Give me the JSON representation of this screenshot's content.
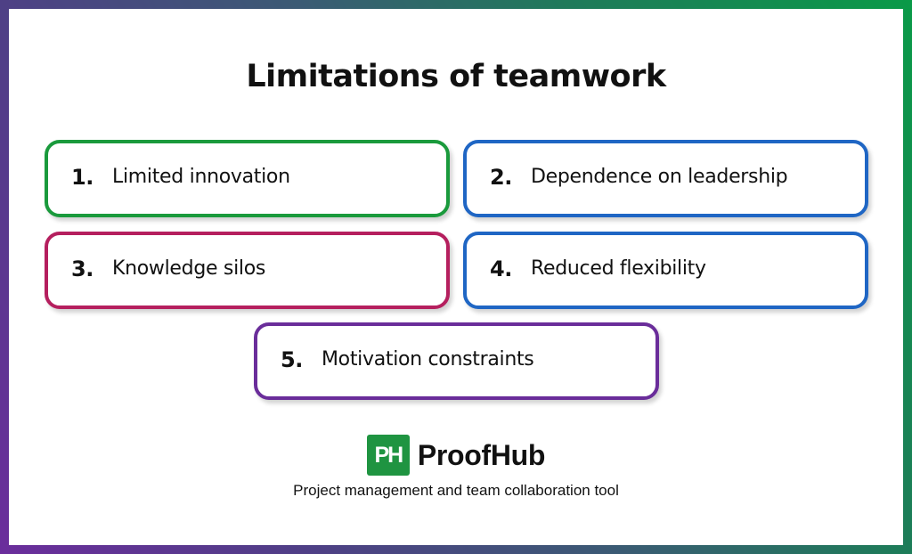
{
  "title": "Limitations of teamwork",
  "colors": {
    "frame_gradient": [
      "#6b2d9c",
      "#4f3f86",
      "#3b5a74",
      "#1f7a5a",
      "#0a9a48"
    ],
    "card_green": "#1a9a3c",
    "card_blue": "#1f66c4",
    "card_crimson": "#b51f5e",
    "card_purple": "#6a2d9a",
    "logo_green": "#1f9441"
  },
  "items": [
    {
      "number": "1.",
      "label": "Limited innovation",
      "color": "#1a9a3c"
    },
    {
      "number": "2.",
      "label": "Dependence on leadership",
      "color": "#1f66c4"
    },
    {
      "number": "3.",
      "label": "Knowledge silos",
      "color": "#b51f5e"
    },
    {
      "number": "4.",
      "label": "Reduced flexibility",
      "color": "#1f66c4"
    },
    {
      "number": "5.",
      "label": "Motivation constraints",
      "color": "#6a2d9a"
    }
  ],
  "brand": {
    "logo_mark": "PH",
    "name": "ProofHub",
    "tagline": "Project management and team collaboration tool"
  }
}
